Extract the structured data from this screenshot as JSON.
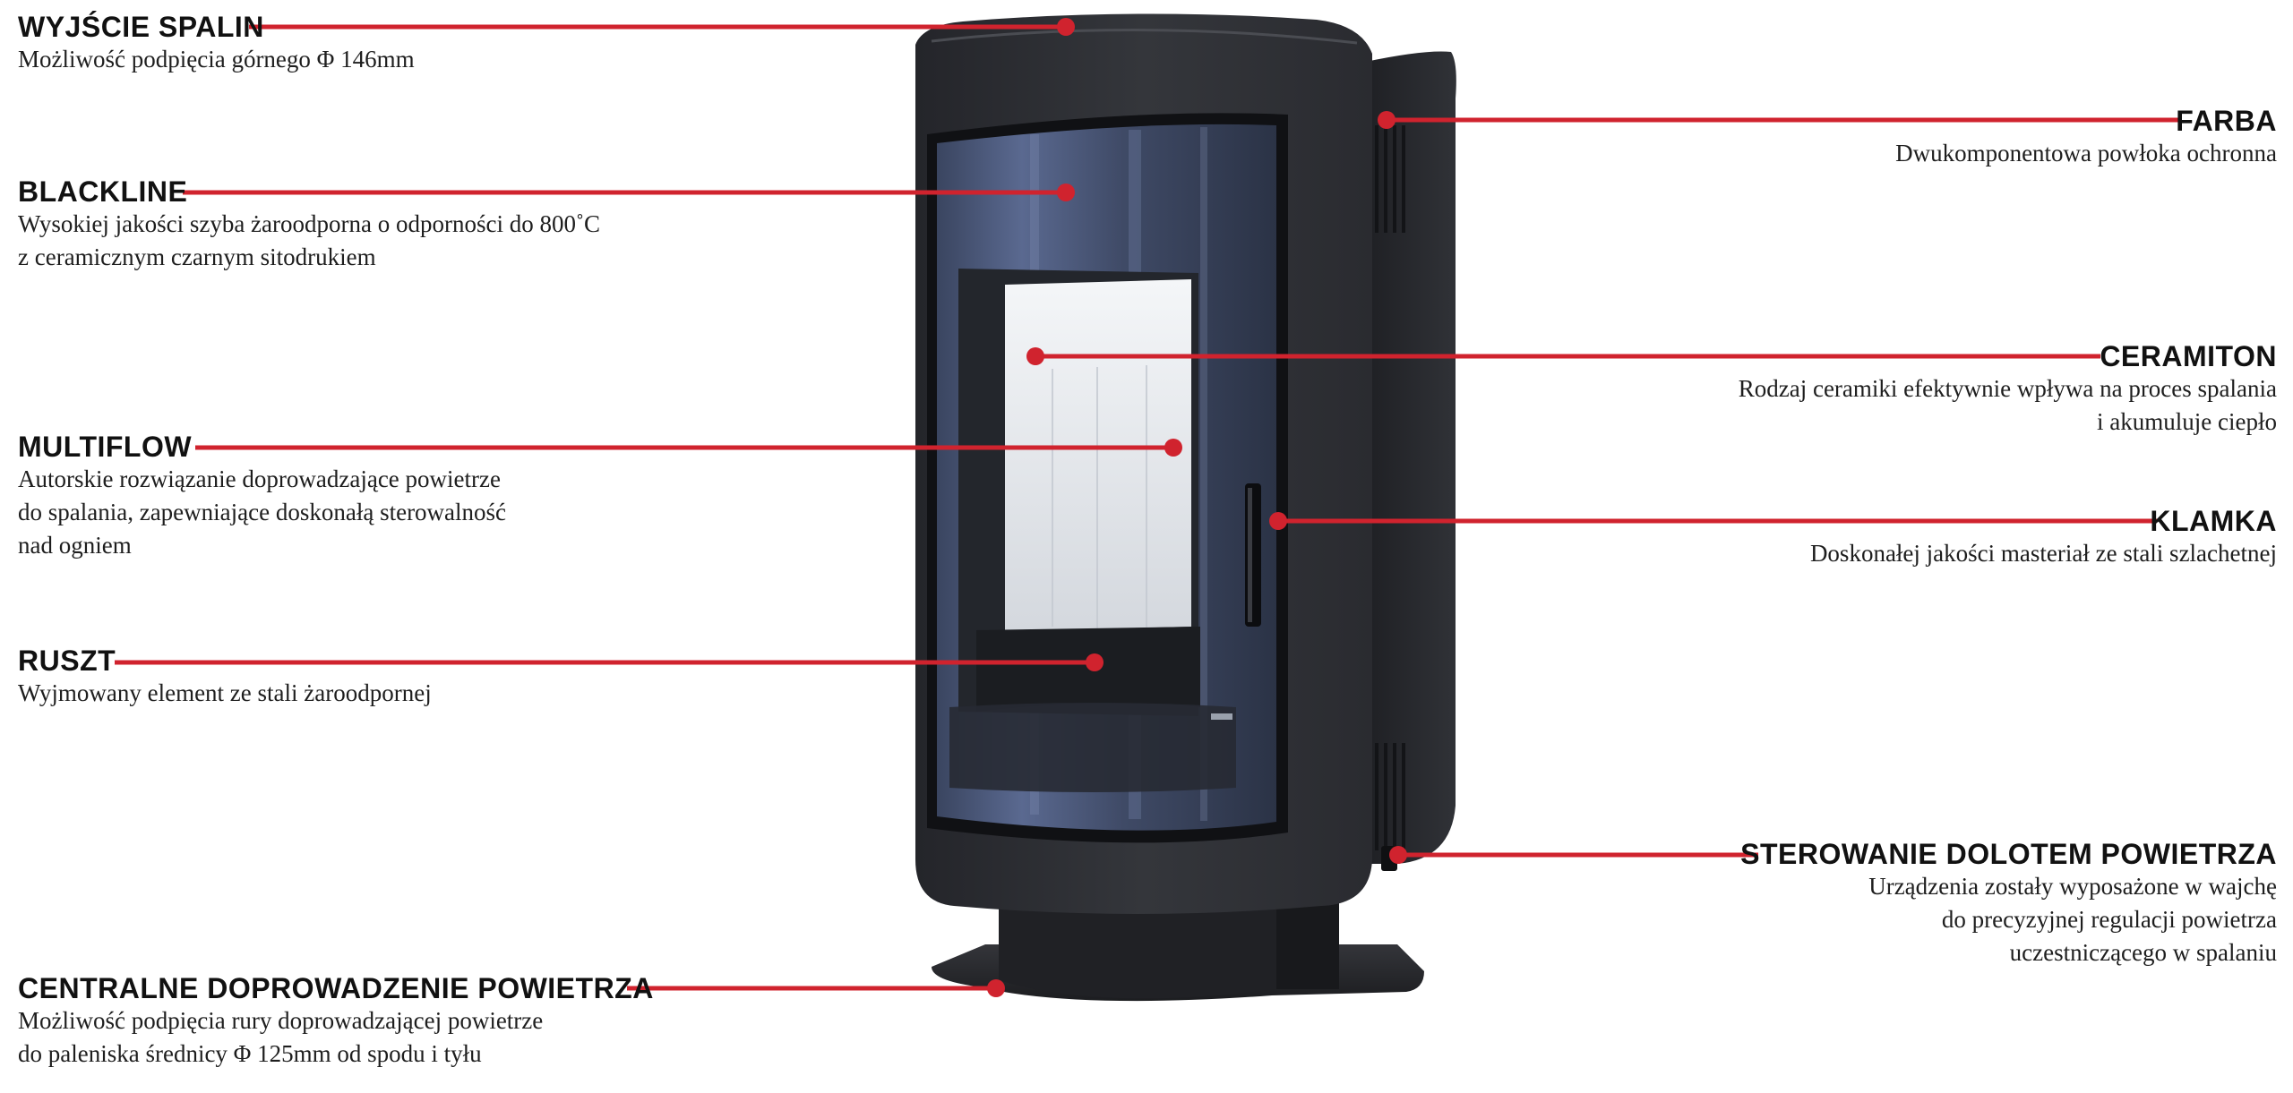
{
  "accent_color": "#d0232e",
  "product_colors": {
    "body": "#2c2d31",
    "glass": "#4c5a78",
    "firebrick": "#e8ebef",
    "steel": "#2a2b2f"
  },
  "callouts": [
    {
      "id": "wyjscie-spalin",
      "side": "left",
      "title": "WYJŚCIE SPALIN",
      "lines": [
        "Możliwość podpięcia górnego Φ 146mm"
      ]
    },
    {
      "id": "blackline",
      "side": "left",
      "title": "BLACKLINE",
      "lines": [
        "Wysokiej jakości szyba żaroodporna o odporności do 800˚C",
        "z ceramicznym czarnym sitodrukiem"
      ]
    },
    {
      "id": "multiflow",
      "side": "left",
      "title": "MULTIFLOW",
      "lines": [
        "Autorskie rozwiązanie doprowadzające powietrze",
        "do spalania, zapewniające doskonałą sterowalność",
        "nad ogniem"
      ]
    },
    {
      "id": "ruszt",
      "side": "left",
      "title": "RUSZT",
      "lines": [
        "Wyjmowany element ze stali żaroodpornej"
      ]
    },
    {
      "id": "centralne-doprowadzenie",
      "side": "left",
      "title": "CENTRALNE DOPROWADZENIE POWIETRZA",
      "lines": [
        "Możliwość podpięcia rury doprowadzającej powietrze",
        "do paleniska średnicy Φ 125mm od spodu i tyłu"
      ]
    },
    {
      "id": "farba",
      "side": "right",
      "title": "FARBA",
      "lines": [
        "Dwukomponentowa powłoka ochronna"
      ]
    },
    {
      "id": "ceramiton",
      "side": "right",
      "title": "CERAMITON",
      "lines": [
        "Rodzaj ceramiki efektywnie wpływa na proces spalania",
        "i akumuluje ciepło"
      ]
    },
    {
      "id": "klamka",
      "side": "right",
      "title": "KLAMKA",
      "lines": [
        "Doskonałej jakości masteriał ze stali szlachetnej"
      ]
    },
    {
      "id": "sterowanie",
      "side": "right",
      "title": "STEROWANIE DOLOTEM POWIETRZA",
      "lines": [
        "Urządzenia zostały wyposażone w wajchę",
        "do precyzyjnej regulacji powietrza",
        "uczestniczącego w spalaniu"
      ]
    }
  ]
}
